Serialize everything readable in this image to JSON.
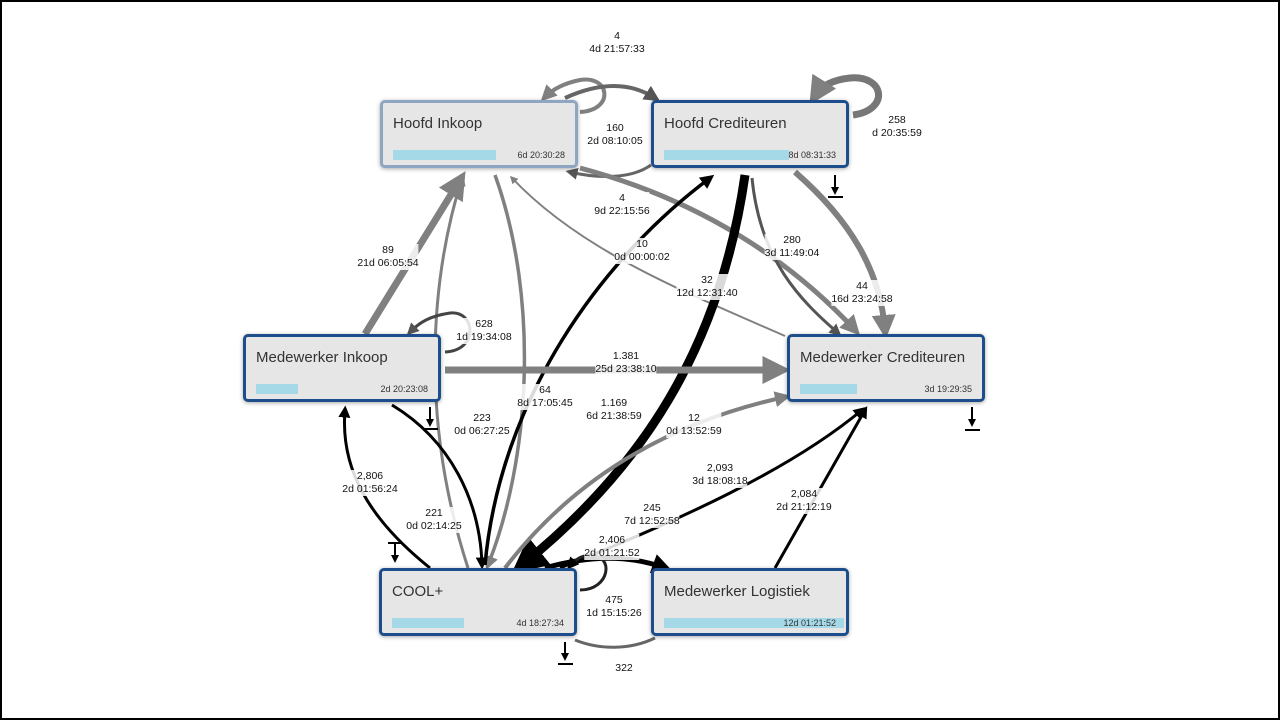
{
  "nodes": {
    "hoofd_inkoop": {
      "name": "Hoofd Inkoop",
      "duration": "6d 20:30:28",
      "bar_level": 0.55
    },
    "hoofd_crediteuren": {
      "name": "Hoofd Crediteuren",
      "duration": "8d 08:31:33",
      "bar_level": 0.69
    },
    "medewerker_inkoop": {
      "name": "Medewerker Inkoop",
      "duration": "2d 20:23:08",
      "bar_level": 0.24
    },
    "medewerker_crediteuren": {
      "name": "Medewerker Crediteuren",
      "duration": "3d 19:29:35",
      "bar_level": 0.32
    },
    "cool": {
      "name": "COOL+",
      "duration": "4d 18:27:34",
      "bar_level": 0.4
    },
    "medewerker_logistiek": {
      "name": "Medewerker Logistiek",
      "duration": "12d 01:21:52",
      "bar_level": 1.0
    }
  },
  "edge_labels": [
    {
      "count": "4",
      "duration": "4d 21:57:33"
    },
    {
      "count": "160",
      "duration": "2d 08:10:05"
    },
    {
      "count": "258",
      "duration": "d 20:35:59"
    },
    {
      "count": "4",
      "duration": "9d 22:15:56"
    },
    {
      "count": "89",
      "duration": "21d 06:05:54"
    },
    {
      "count": "10",
      "duration": "0d 00:00:02"
    },
    {
      "count": "32",
      "duration": "12d 12:31:40"
    },
    {
      "count": "280",
      "duration": "3d 11:49:04"
    },
    {
      "count": "44",
      "duration": "16d 23:24:58"
    },
    {
      "count": "628",
      "duration": "1d 19:34:08"
    },
    {
      "count": "1.381",
      "duration": "25d 23:38:10"
    },
    {
      "count": "223",
      "duration": "0d 06:27:25"
    },
    {
      "count": "64",
      "duration": "8d 17:05:45"
    },
    {
      "count": "1.169",
      "duration": "6d 21:38:59"
    },
    {
      "count": "12",
      "duration": "0d 13:52:59"
    },
    {
      "count": "2,806",
      "duration": "2d 01:56:24"
    },
    {
      "count": "221",
      "duration": "0d 02:14:25"
    },
    {
      "count": "245",
      "duration": "7d 12:52:58"
    },
    {
      "count": "2,093",
      "duration": "3d 18:08:18"
    },
    {
      "count": "2,084",
      "duration": "2d 21:12:19"
    },
    {
      "count": "475",
      "duration": "1d 15:15:26"
    },
    {
      "count": "2,406",
      "duration": "2d 01:21:52"
    },
    {
      "count": "322",
      "duration": ""
    }
  ],
  "colors": {
    "node_border": "#1d4d8a",
    "node_border_selected": "#8ea6c2",
    "node_fill": "#e6e6e6",
    "bar": "#a6d9e8",
    "edge_strong": "#000000",
    "edge_weak": "#808080"
  }
}
